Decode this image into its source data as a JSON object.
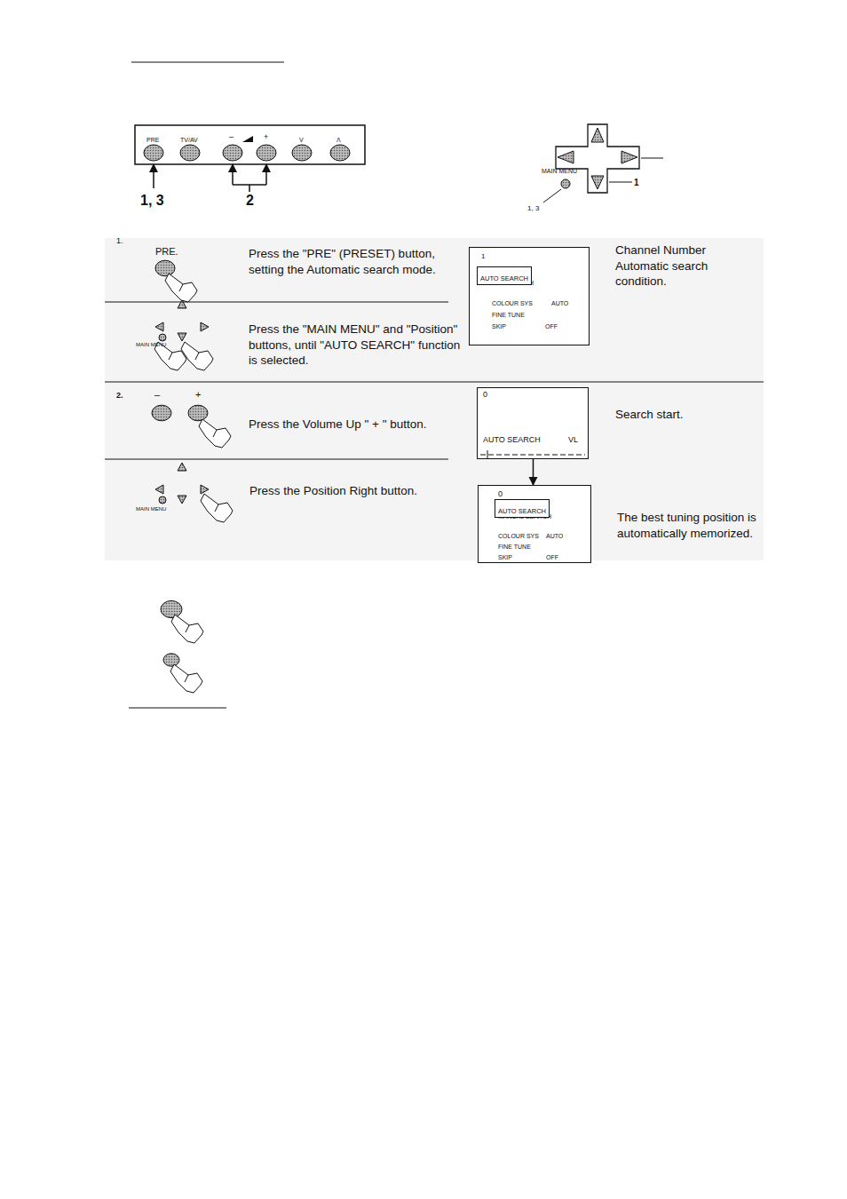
{
  "diagram": {
    "nodes": [
      {
        "text": [
          "1",
          "MANUAL SEARCH",
          "COLOUR SYS",
          "AUTO",
          "FINE TUNE",
          "SKIP",
          "OFF"
        ]
      },
      {
        "text": [
          "AUTO SEARCH"
        ],
        "in": 0
      },
      {
        "text": [
          "0",
          "AUTO SEARCH",
          "VL"
        ]
      },
      {
        "text": [
          "0",
          "MANUAL SEARCH",
          "COLOUR SYS",
          "AUTO",
          "FINE TUNE",
          "SKIP",
          "OFF"
        ]
      },
      {
        "text": [
          "AUTO SEARCH"
        ],
        "in": 3
      }
    ],
    "edges": [
      {
        "from": 2,
        "to": 3,
        "arrow": "to"
      }
    ],
    "labels": [
      "PRE",
      "TV/AV",
      "–",
      "+",
      "V",
      "Λ",
      "1, 3",
      "2",
      "MAIN MENU",
      "1",
      "1, 3",
      "1.",
      "PRE.",
      "Press the \"PRE\" (PRESET) button, setting the Automatic search mode.",
      "MAIN MENU",
      "Press the \"MAIN MENU\" and \"Position\" buttons, until \"AUTO SEARCH\" function is selected.",
      "Channel Number Automatic search condition.",
      "2.",
      "–",
      "+",
      "Press the Volume Up \" + \" button.",
      "Search start.",
      "MAIN MENU",
      "Press the Position Right button.",
      "The best tuning position is automatically memorized."
    ]
  }
}
